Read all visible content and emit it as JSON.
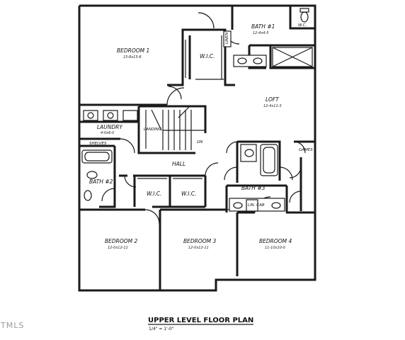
{
  "rooms": {
    "bedroom1": {
      "name": "BEDROOM 1",
      "dims": "15-8x15-6"
    },
    "wic_master": {
      "name": "W.I.C."
    },
    "linen": {
      "name": "LINEN"
    },
    "bath1": {
      "name": "BATH #1",
      "dims": "12-4x4-5"
    },
    "wc": {
      "name": "W.C."
    },
    "loft": {
      "name": "LOFT",
      "dims": "12-4x11-3"
    },
    "laundry": {
      "name": "LAUNDRY",
      "dims": "4-0x6-0"
    },
    "landing": {
      "name": "LANDING"
    },
    "stair_dn": {
      "name": "DN"
    },
    "shelves": {
      "name": "SHELVES"
    },
    "games": {
      "name": "GAMES"
    },
    "hall": {
      "name": "HALL"
    },
    "bath2": {
      "name": "BATH #2"
    },
    "wic2": {
      "name": "W.I.C."
    },
    "wic3": {
      "name": "W.I.C."
    },
    "bath3": {
      "name": "BATH #3"
    },
    "lin_cab": {
      "name": "LIN. CAB"
    },
    "bedroom2": {
      "name": "BEDROOM 2",
      "dims": "12-0x12-11"
    },
    "bedroom3": {
      "name": "BEDROOM 3",
      "dims": "12-0x12-11"
    },
    "bedroom4": {
      "name": "BEDROOM 4",
      "dims": "11-10x10-0"
    }
  },
  "title": "UPPER LEVEL FLOOR PLAN",
  "scale": "1/4\" = 1'-0\"",
  "watermark": "TMLS"
}
